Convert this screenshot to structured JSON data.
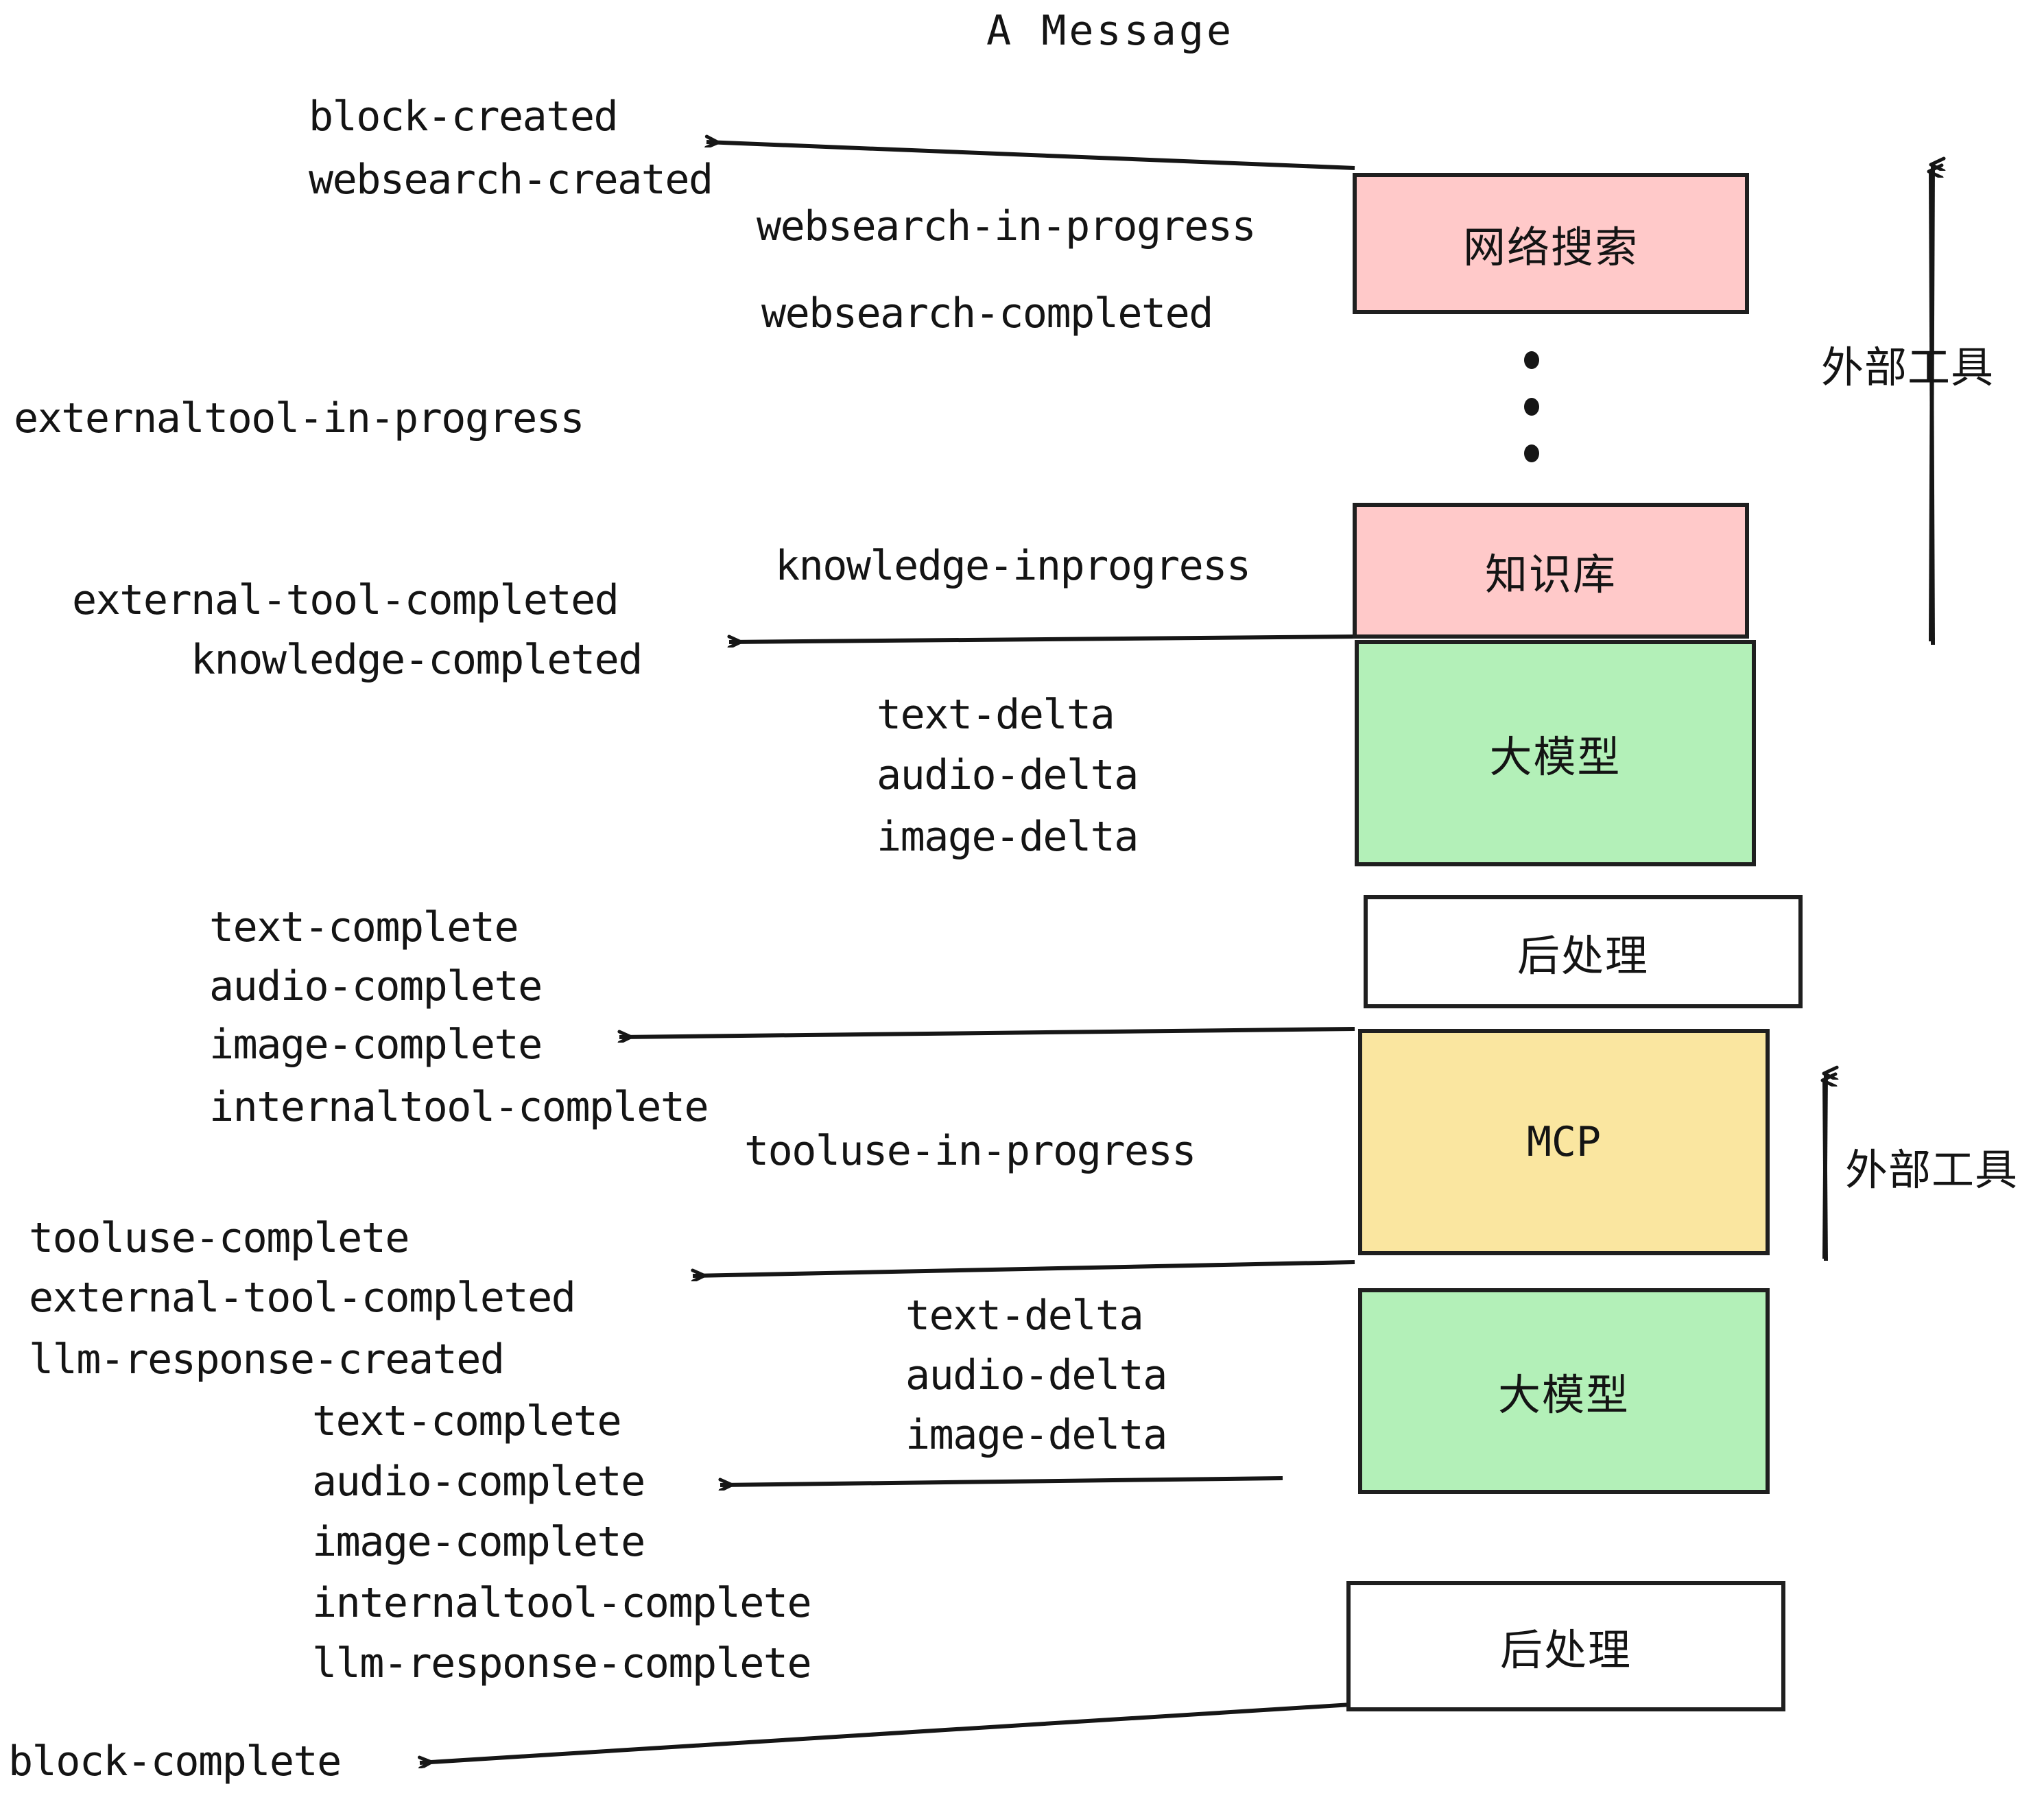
{
  "title": "A Message",
  "colors": {
    "pink": "#FFC9C9",
    "green": "#B3F0B8",
    "yellow": "#FAE6A0",
    "white": "#FFFFFF",
    "stroke": "#1F1F1F",
    "text": "#141414"
  },
  "boxes": [
    {
      "id": "websearch",
      "label": "网络搜索",
      "fill": "#FFC9C9",
      "mono": false
    },
    {
      "id": "knowledge",
      "label": "知识库",
      "fill": "#FFC9C9",
      "mono": false
    },
    {
      "id": "llm-top",
      "label": "大模型",
      "fill": "#B3F0B8",
      "mono": false
    },
    {
      "id": "postprocess-top",
      "label": "后处理",
      "fill": "#FFFFFF",
      "mono": false
    },
    {
      "id": "mcp",
      "label": "MCP",
      "fill": "#FAE6A0",
      "mono": true
    },
    {
      "id": "llm-bottom",
      "label": "大模型",
      "fill": "#B3F0B8",
      "mono": false
    },
    {
      "id": "postprocess-bottom",
      "label": "后处理",
      "fill": "#FFFFFF",
      "mono": false
    }
  ],
  "side_labels": [
    {
      "id": "external-tool-top",
      "text": "外部工具"
    },
    {
      "id": "external-tool-bottom",
      "text": "外部工具"
    }
  ],
  "events": [
    {
      "id": "block-created",
      "text": "block-created"
    },
    {
      "id": "websearch-created",
      "text": "websearch-created"
    },
    {
      "id": "websearch-in-progress",
      "text": "websearch-in-progress"
    },
    {
      "id": "websearch-completed",
      "text": "websearch-completed"
    },
    {
      "id": "externaltool-in-progress",
      "text": "externaltool-in-progress"
    },
    {
      "id": "knowledge-inprogress",
      "text": "knowledge-inprogress"
    },
    {
      "id": "external-tool-completed-1",
      "text": "external-tool-completed"
    },
    {
      "id": "knowledge-completed",
      "text": "knowledge-completed"
    },
    {
      "id": "text-delta-1",
      "text": "text-delta"
    },
    {
      "id": "audio-delta-1",
      "text": "audio-delta"
    },
    {
      "id": "image-delta-1",
      "text": "image-delta"
    },
    {
      "id": "text-complete-1",
      "text": "text-complete"
    },
    {
      "id": "audio-complete-1",
      "text": "audio-complete"
    },
    {
      "id": "image-complete-1",
      "text": "image-complete"
    },
    {
      "id": "internaltool-complete-1",
      "text": "internaltool-complete"
    },
    {
      "id": "tooluse-in-progress",
      "text": "tooluse-in-progress"
    },
    {
      "id": "tooluse-complete",
      "text": "tooluse-complete"
    },
    {
      "id": "external-tool-completed-2",
      "text": "external-tool-completed"
    },
    {
      "id": "llm-response-created",
      "text": "llm-response-created"
    },
    {
      "id": "text-delta-2",
      "text": "text-delta"
    },
    {
      "id": "audio-delta-2",
      "text": "audio-delta"
    },
    {
      "id": "image-delta-2",
      "text": "image-delta"
    },
    {
      "id": "text-complete-2",
      "text": "text-complete"
    },
    {
      "id": "audio-complete-2",
      "text": "audio-complete"
    },
    {
      "id": "image-complete-2",
      "text": "image-complete"
    },
    {
      "id": "internaltool-complete-2",
      "text": "internaltool-complete"
    },
    {
      "id": "llm-response-complete",
      "text": "llm-response-complete"
    },
    {
      "id": "block-complete",
      "text": "block-complete"
    }
  ],
  "ellipsis_dots": 3
}
